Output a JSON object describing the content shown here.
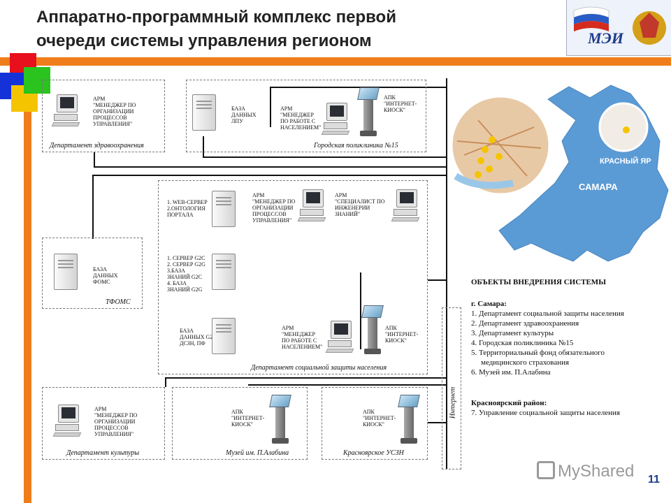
{
  "slide": {
    "title_line1": "Аппаратно-программный комплекс первой",
    "title_line2": "очереди системы управления регионом",
    "page_number": "11",
    "watermark": "MyShared",
    "accent_color": "#f07d1c"
  },
  "boxes": {
    "health_dept": {
      "caption": "Департамент здравоохранения",
      "arm": "АРМ\n\"МЕНЕДЖЕР ПО\nОРГАНИЗАЦИИ\nПРОЦЕССОВ\nУПРАВЛЕНИЯ\""
    },
    "polyclinic": {
      "caption": "Городская поликлиника №15",
      "db": "БАЗА\nДАННЫХ\nЛПУ",
      "arm": "АРМ\n\"МЕНЕДЖЕР\nПО РАБОТЕ С\nНАСЕЛЕНИЕМ\"",
      "kiosk": "АПК\n\"ИНТЕРНЕТ-\nКИОСК\""
    },
    "social_dept": {
      "caption": "Департамент социальной защиты населения",
      "server1": "1. WEB-СЕРВЕР\n2.ОНТОЛОГИЯ\nПОРТАЛА",
      "arm1": "АРМ\n\"МЕНЕДЖЕР ПО\nОРГАНИЗАЦИИ\nПРОЦЕССОВ\nУПРАВЛЕНИЯ\"",
      "arm2": "АРМ\n\"СПЕЦИАЛИСТ ПО\nИНЖЕНЕРИИ\nЗНАНИЙ\"",
      "server2": "1. СЕРВЕР G2C\n2. СЕРВЕР G2G\n3.БАЗА\nЗНАНИЙ G2C\n4. БАЗА\nЗНАНИЙ G2G",
      "db": "БАЗА\nДАННЫХ G2C,\nДСЗН, ПФ",
      "arm3": "АРМ\n\"МЕНЕДЖЕР\nПО РАБОТЕ С\nНАСЕЛЕНИЕМ\"",
      "kiosk": "АПК\n\"ИНТЕРНЕТ-\nКИОСК\""
    },
    "tfoms": {
      "caption": "ТФОМС",
      "db": "БАЗА\nДАННЫХ\nФОМС"
    },
    "culture_dept": {
      "caption": "Департамент культуры",
      "arm": "АРМ\n\"МЕНЕДЖЕР ПО\nОРГАНИЗАЦИИ\nПРОЦЕССОВ\nУПРАВЛЕНИЯ\""
    },
    "museum": {
      "caption": "Музей им. П.Алабина",
      "kiosk": "АПК\n\"ИНТЕРНЕТ-\nКИОСК\""
    },
    "krasnoyarsk": {
      "caption": "Красноярское УСЗН",
      "kiosk": "АПК\n\"ИНТЕРНЕТ-\nКИОСК\""
    },
    "internet_label": "Интернет"
  },
  "map": {
    "city": "САМАРА",
    "district": "КРАСНЫЙ ЯР",
    "fill_color": "#5b9bd5"
  },
  "legend": {
    "title": "ОБЪЕКТЫ ВНЕДРЕНИЯ СИСТЕМЫ",
    "samara_header": "г. Самара:",
    "items": [
      "1. Департамент социальной защиты населения",
      "2. Департамент здравоохранения",
      "3. Департамент культуры",
      "4. Городская поликлиника №15",
      "5. Территориальный фонд обязательного",
      "медицинского страхования",
      "6. Музей им. П.Алабина"
    ],
    "krasny_header": "Красноярский район:",
    "krasny_item": "7. Управление социальной защиты населения"
  }
}
